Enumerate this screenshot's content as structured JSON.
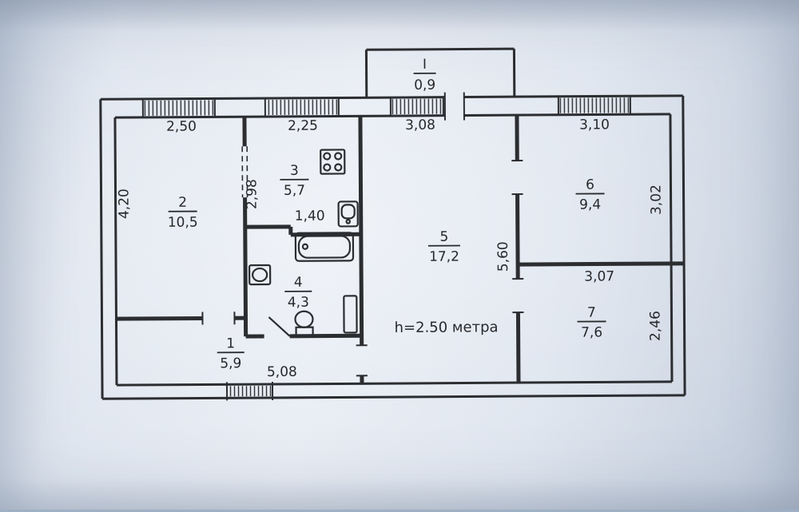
{
  "plan": {
    "note": "h=2.50 метра",
    "balcony": {
      "number": "I",
      "area": "0,9"
    },
    "rooms": {
      "r1": {
        "number": "1",
        "area": "5,9"
      },
      "r2": {
        "number": "2",
        "area": "10,5"
      },
      "r3": {
        "number": "3",
        "area": "5,7"
      },
      "r4": {
        "number": "4",
        "area": "4,3"
      },
      "r5": {
        "number": "5",
        "area": "17,2"
      },
      "r6": {
        "number": "6",
        "area": "9,4"
      },
      "r7": {
        "number": "7",
        "area": "7,6"
      }
    },
    "dims": {
      "room2_width": "2,50",
      "room3_width": "2,25",
      "room5_width": "3,08",
      "room6_width": "3,10",
      "room2_height": "4,20",
      "room3_height": "2,98",
      "bath_width": "1,40",
      "room5_height": "5,60",
      "room6_height": "3,02",
      "room7_width": "3,07",
      "room7_height": "2,46",
      "hall_width": "5,08"
    }
  }
}
